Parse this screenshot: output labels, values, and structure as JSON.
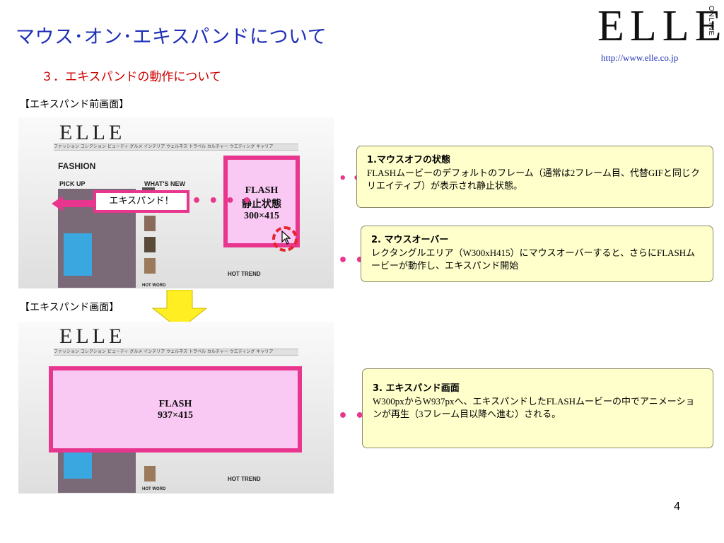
{
  "header": {
    "title": "マウス･オン･エキスパンドについて",
    "subtitle": "３．エキスパンドの動作について",
    "logo_main": "ELLE",
    "logo_sub": "ONLINE",
    "url": "http://www.elle.co.jp"
  },
  "before": {
    "label": "【エキスパンド前画面】",
    "flash_line1": "FLASH",
    "flash_line2": "静止状態",
    "flash_line3": "300×415",
    "expand_tag": "エキスパンド！"
  },
  "after": {
    "label": "【エキスパンド画面】",
    "flash_line1": "FLASH",
    "flash_line2": "937×415"
  },
  "screenshot": {
    "logo": "ELLE",
    "section_fashion": "FASHION",
    "pickup": "PICK UP",
    "whats_new": "WHAT'S NEW",
    "hot_trend": "HOT TREND",
    "hot_word": "HOT WORD"
  },
  "notes": [
    {
      "heading": "1.マウスオフの状態",
      "body": "FLASHムービーのデフォルトのフレーム（通常は2フレーム目、代替GIFと同じクリエイティブ）が表示され静止状態。"
    },
    {
      "heading": "2. マウスオーバー",
      "body": "レクタングルエリア（W300xH415）にマウスオーバーすると、さらにFLASHムービーが動作し、エキスパンド開始"
    },
    {
      "heading": "3. エキスパンド画面",
      "body": "W300pxからW937pxへ、エキスパンドしたFLASHムービーの中でアニメーションが再生（3フレーム目以降へ進む）される。"
    }
  ],
  "page_number": "4",
  "colors": {
    "accent_pink": "#e8368f",
    "flash_fill": "#f9c9f4",
    "callout_fill": "#ffffcc",
    "title_blue": "#1f2fb8",
    "arrow_yellow": "#ffee22"
  }
}
